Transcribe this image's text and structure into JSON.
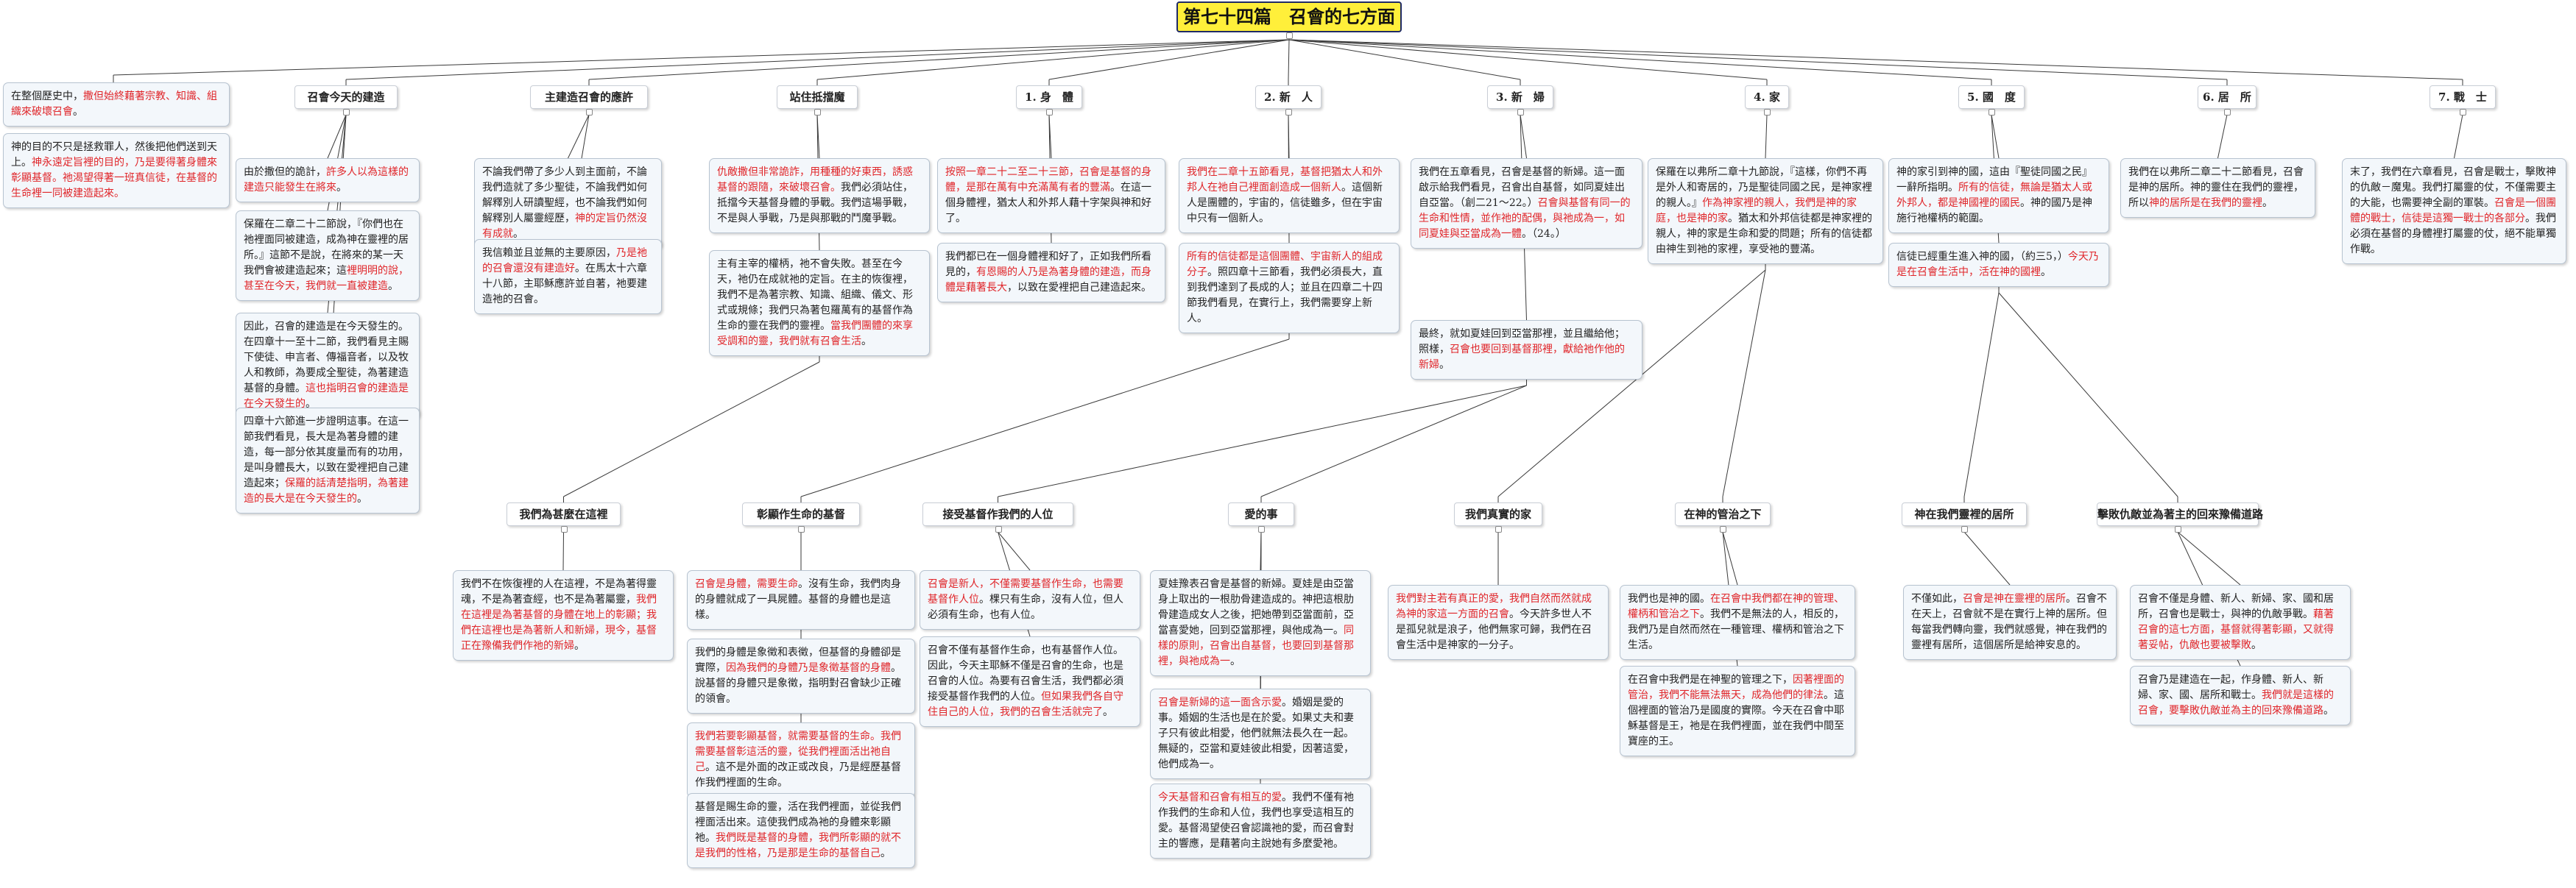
{
  "title": "第七十四篇　召會的七方面",
  "intro": [
    {
      "t": "在整個歷史中，",
      "r": false
    },
    {
      "t": "撒但始終藉著宗教、知識、組織來破壞召會",
      "r": true
    },
    {
      "t": "。",
      "r": false
    }
  ],
  "goal": [
    {
      "t": "神的目的不只是拯救罪人，然後把他們送到天上。",
      "r": false
    },
    {
      "t": "神永遠定旨裡的目的，乃是要得著身體來彰顯基督。祂渴望得著一班真信徒，在基督的生命裡一同被建造起來。",
      "r": true
    }
  ],
  "sections": [
    {
      "key": "s1",
      "label": "召會今天的建造",
      "items": [
        [
          {
            "t": "由於撒但的詭計，",
            "r": false
          },
          {
            "t": "許多人以為這樣的建造只能發生在將來",
            "r": true
          },
          {
            "t": "。",
            "r": false
          }
        ],
        [
          {
            "t": "保羅在二章二十二節說，『你們也在祂裡面同被建造，成為神在靈裡的居所。』這節不是說，在將來的某一天我們會被建造起來；這",
            "r": false
          },
          {
            "t": "裡明明的說，甚至在今天，我們就一直被建造",
            "r": true
          },
          {
            "t": "。",
            "r": false
          }
        ],
        [
          {
            "t": "因此，召會的建造是在今天發生的。在四章十一至十二節，我們看見主賜下使徒、申言者、傳福音者，以及牧人和教師，為要成全聖徒，為著建造基督的身體。",
            "r": false
          },
          {
            "t": "這也指明召會的建造是在今天發生的",
            "r": true
          },
          {
            "t": "。",
            "r": false
          }
        ],
        [
          {
            "t": "四章十六節進一步證明這事。在這一節我們看見，長大是為著身體的建造，每一部分依其度量而有的功用，是叫身體長大，以致在愛裡把自己建造起來；",
            "r": false
          },
          {
            "t": "保羅的話清楚指明，為著建造的長大是在今天發生的",
            "r": true
          },
          {
            "t": "。",
            "r": false
          }
        ]
      ]
    },
    {
      "key": "s2",
      "label": "主建造召會的應許",
      "items": [
        [
          {
            "t": "不論我們帶了多少人到主面前，不論我們造就了多少聖徒，不論我們如何解釋別人研讀聖經，也不論我們如何解釋別人屬靈經歷，",
            "r": false
          },
          {
            "t": "神的定旨仍然沒有成就",
            "r": true
          },
          {
            "t": "。",
            "r": false
          }
        ],
        [
          {
            "t": "我信賴並且並無的主要原因，",
            "r": false
          },
          {
            "t": "乃是祂的召會還沒有建造好",
            "r": true
          },
          {
            "t": "。在馬太十六章十八節，主耶穌應許並自著，祂要建造祂的召會。",
            "r": false
          }
        ]
      ]
    },
    {
      "key": "s3",
      "label": "站住抵擋魔",
      "items": [
        [
          {
            "t": "仇敵撒但非常詭詐，用種種的好東西，誘惑基督的跟隨，來破壞召會。",
            "r": true
          },
          {
            "t": "我們必須站住，抵擋今天基督身體的爭戰。我們這場爭戰，不是與人爭戰，乃是與那戰的鬥魔爭戰。",
            "r": false
          }
        ],
        [
          {
            "t": "主有主宰的權柄，祂不會失敗。甚至在今天，祂仍在成就祂的定旨。在主的恢復裡，我們不是為著宗教、知識、組織、儀文、形式或規條；我們只為著包羅萬有的基督作為生命的靈在我們的靈裡。",
            "r": false
          },
          {
            "t": "當我們團體的來享受調和的靈，我們就有召會生活",
            "r": true
          },
          {
            "t": "。",
            "r": false
          }
        ]
      ]
    },
    {
      "key": "s4",
      "label": "1. 身　體",
      "items": [
        [
          {
            "t": "按照一章二十二至二十三節，召會是基督的身體，是那在萬有中充滿萬有者的豐滿",
            "r": true
          },
          {
            "t": "。在這一個身體裡，猶太人和外邦人藉十字架與神和好了。",
            "r": false
          }
        ],
        [
          {
            "t": "我們都已在一個身體裡和好了，正如我們所看見的，",
            "r": false
          },
          {
            "t": "有恩賜的人乃是為著身體的建造，而身體是藉著長大",
            "r": true
          },
          {
            "t": "，以致在愛裡把自己建造起來。",
            "r": false
          }
        ]
      ]
    },
    {
      "key": "s5",
      "label": "2. 新　人",
      "items": [
        [
          {
            "t": "我們在二章十五節看見，基督把猶太人和外邦人在祂自己裡面創造成一個新人",
            "r": true
          },
          {
            "t": "。這個新人是團體的，宇宙的，信徒雖多，但在宇宙中只有一個新人。",
            "r": false
          }
        ],
        [
          {
            "t": "所有的信徒都是這個團體、宇宙新人的組成分子",
            "r": true
          },
          {
            "t": "。照四章十三節看，我們必須長大，直到我們達到了長成的人；並且在四章二十四節我們看見，在實行上，我們需要穿上新人。",
            "r": false
          }
        ]
      ]
    },
    {
      "key": "s6",
      "label": "3. 新　婦",
      "items": [
        [
          {
            "t": "我們在五章看見，召會是基督的新婦。這一面啟示給我們看見，召會出自基督，如同夏娃出自亞當。（創二21～22。）",
            "r": false
          },
          {
            "t": "召會與基督有同一的生命和性情，並作祂的配偶，與祂成為一，如同夏娃與亞當成為一體",
            "r": true
          },
          {
            "t": "。（24。）",
            "r": false
          }
        ],
        [
          {
            "t": "最終，就如夏娃回到亞當那裡，並且繼給他；照樣，",
            "r": false
          },
          {
            "t": "召會也要回到基督那裡，獻給祂作他的新婦",
            "r": true
          },
          {
            "t": "。",
            "r": false
          }
        ]
      ]
    },
    {
      "key": "s7",
      "label": "4. 家",
      "items": [
        [
          {
            "t": "保羅在以弗所二章十九節說，『這樣，你們不再是外人和寄居的，乃是聖徒同國之民，是神家裡的親人。』",
            "r": false
          },
          {
            "t": "作為神家裡的親人，我們是神的家庭，也是神的家",
            "r": true
          },
          {
            "t": "。猶太和外邦信徒都是神家裡的親人，神的家是生命和愛的問題；所有的信徒都由神生到祂的家裡，享受祂的豐滿。",
            "r": false
          }
        ]
      ]
    },
    {
      "key": "s8",
      "label": "5. 國　度",
      "items": [
        [
          {
            "t": "神的家引到神的國，這由『聖徒同國之民』一辭所指明。",
            "r": false
          },
          {
            "t": "所有的信徒，無論是猶太人或外邦人，都是神國裡的國民",
            "r": true
          },
          {
            "t": "。神的國乃是神施行祂權柄的範圍。",
            "r": false
          }
        ],
        [
          {
            "t": "信徒已經重生進入神的國，（約三5，）",
            "r": false
          },
          {
            "t": "今天乃是在召會生活中，活在神的國裡",
            "r": true
          },
          {
            "t": "。",
            "r": false
          }
        ]
      ]
    },
    {
      "key": "s9",
      "label": "6. 居　所",
      "items": [
        [
          {
            "t": "我們在以弗所二章二十二節看見，召會是神的居所。神的靈住在我們的靈裡，所以",
            "r": false
          },
          {
            "t": "神的居所是在我們的靈裡",
            "r": true
          },
          {
            "t": "。",
            "r": false
          }
        ]
      ]
    },
    {
      "key": "s10",
      "label": "7. 戰　士",
      "items": [
        [
          {
            "t": "末了，我們在六章看見，召會是戰士，擊敗神的仇敵－魔鬼。我們打屬靈的仗，不僅需要主的大能，也需要神全副的軍裝。",
            "r": false
          },
          {
            "t": "召會是一個團體的戰士，信徒是這獨一戰士的各部分",
            "r": true
          },
          {
            "t": "。我們必須在基督的身體裡打屬靈的仗，絕不能單獨作戰。",
            "r": false
          }
        ]
      ]
    }
  ],
  "bottom": [
    {
      "key": "b1",
      "label": "我們為甚麼在這裡",
      "items": [
        [
          {
            "t": "我們不在恢復裡的人在這裡，不是為著得靈魂，不是為著查經，也不是為著屬靈，",
            "r": false
          },
          {
            "t": "我們在這裡是為著基督的身體在地上的彰顯；我們在這裡也是為著新人和新婦，現今，基督正在豫備我們作祂的新婦",
            "r": true
          },
          {
            "t": "。",
            "r": false
          }
        ]
      ]
    },
    {
      "key": "b2",
      "label": "彰顯作生命的基督",
      "items": [
        [
          {
            "t": "召會是身體，需要生命",
            "r": true
          },
          {
            "t": "。沒有生命，我們肉身的身體就成了一具屍體。基督的身體也是這樣。",
            "r": false
          }
        ],
        [
          {
            "t": "我們的身體是象徵和表徵，但基督的身體卻是實際，",
            "r": false
          },
          {
            "t": "因為我們的身體乃是象徵基督的身體",
            "r": true
          },
          {
            "t": "。說基督的身體只是象徵，指明對召會缺少正確的領會。",
            "r": false
          }
        ],
        [
          {
            "t": "我們若要彰顯基督，就需要基督的生命。我們需要基督彰這活的靈，從我們裡面活出祂自己",
            "r": true
          },
          {
            "t": "。這不是外面的改正或改良，乃是經歷基督作我們裡面的生命。",
            "r": false
          }
        ],
        [
          {
            "t": "基督是賜生命的靈，活在我們裡面，並從我們裡面活出來。這使我們成為祂的身體來彰顯祂。",
            "r": false
          },
          {
            "t": "我們既是基督的身體，我們所彰顯的就不是我們的性格，乃是那是生命的基督自己",
            "r": true
          },
          {
            "t": "。",
            "r": false
          }
        ]
      ]
    },
    {
      "key": "b3",
      "label": "接受基督作我們的人位",
      "items": [
        [
          {
            "t": "召會是新人，不僅需要基督作生命，也需要基督作人位",
            "r": true
          },
          {
            "t": "。棵只有生命，沒有人位，但人必須有生命，也有人位。",
            "r": false
          }
        ],
        [
          {
            "t": "召會不僅有基督作生命，也有基督作人位。因此，今天主耶穌不僅是召會的生命，也是召會的人位。為要有召會生活，我們都必須接受基督作我們的人位。",
            "r": false
          },
          {
            "t": "但如果我們各自守住自己的人位，我們的召會生活就完了",
            "r": true
          },
          {
            "t": "。",
            "r": false
          }
        ]
      ]
    },
    {
      "key": "b4",
      "label": "愛的事",
      "items": [
        [
          {
            "t": "夏娃豫表召會是基督的新婦。夏娃是由亞當身上取出的一根肋骨建造成的。神把這根肋骨建造成女人之後，把她帶到亞當面前，亞當喜愛她，回到亞當那裡，與他成為一。",
            "r": false
          },
          {
            "t": "同樣的原則，召會出自基督，也要回到基督那裡，與祂成為一",
            "r": true
          },
          {
            "t": "。",
            "r": false
          }
        ],
        [
          {
            "t": "召會是新婦的這一面含示愛",
            "r": true
          },
          {
            "t": "。婚姻是愛的事。婚姻的生活也是在於愛。如果丈夫和妻子只有彼此相愛，他們就無法長久在一起。無疑的，亞當和夏娃彼此相愛，因著這愛，他們成為一。",
            "r": false
          }
        ],
        [
          {
            "t": "今天基督和召會有相互的愛",
            "r": true
          },
          {
            "t": "。我們不僅有祂作我們的生命和人位，我們也享受這相互的愛。基督渴望使召會認識祂的愛，而召會對主的響應，是藉著向主說她有多麼愛祂。",
            "r": false
          }
        ]
      ]
    },
    {
      "key": "b5",
      "label": "我們真實的家",
      "items": [
        [
          {
            "t": "我們對主若有真正的愛，我們自然而然就成為神的家這一方面的召會",
            "r": true
          },
          {
            "t": "。今天許多世人不是孤兒就是浪子，他們無家可歸，我們在召會生活中是神家的一分子。",
            "r": false
          }
        ]
      ]
    },
    {
      "key": "b6",
      "label": "在神的管治之下",
      "items": [
        [
          {
            "t": "我們也是神的國。",
            "r": false
          },
          {
            "t": "在召會中我們都在神的管理、權柄和管治之下",
            "r": true
          },
          {
            "t": "。我們不是無法的人，相反的，我們乃是自然而然在一種管理、權柄和管治之下生活。",
            "r": false
          }
        ],
        [
          {
            "t": "在召會中我們是在神聖的管理之下，",
            "r": false
          },
          {
            "t": "因著裡面的管治，我們不能無法無天，成為他們的律法",
            "r": true
          },
          {
            "t": "。這個裡面的管治乃是國度的實際。今天在召會中耶穌基督是王，祂是在我們裡面，並在我們中間至寶座的王。",
            "r": false
          }
        ]
      ]
    },
    {
      "key": "b7",
      "label": "神在我們靈裡的居所",
      "items": [
        [
          {
            "t": "不僅如此，",
            "r": false
          },
          {
            "t": "召會是神在靈裡的居所",
            "r": true
          },
          {
            "t": "。召會不在天上，召會就不是在實行上神的居所。但每當我們轉向靈，我們就感覺，神在我們的靈裡有居所，這個居所是給神安息的。",
            "r": false
          }
        ]
      ]
    },
    {
      "key": "b8",
      "label": "擊敗仇敵並為著主的回來豫備道路",
      "items": [
        [
          {
            "t": "召會不僅是身體、新人、新婦、家、國和居所，召會也是戰士，與神的仇敵爭戰。",
            "r": false
          },
          {
            "t": "藉著召會的這七方面，基督就得著彰顯，又就得著妥帖，仇敵也要被擊敗",
            "r": true
          },
          {
            "t": "。",
            "r": false
          }
        ],
        [
          {
            "t": "召會乃是建造在一起，作身體、新人、新婦、家、國、居所和戰士。",
            "r": false
          },
          {
            "t": "我們就是這樣的召會，要擊敗仇敵並為主的回來豫備道路",
            "r": true
          },
          {
            "t": "。",
            "r": false
          }
        ]
      ]
    }
  ]
}
